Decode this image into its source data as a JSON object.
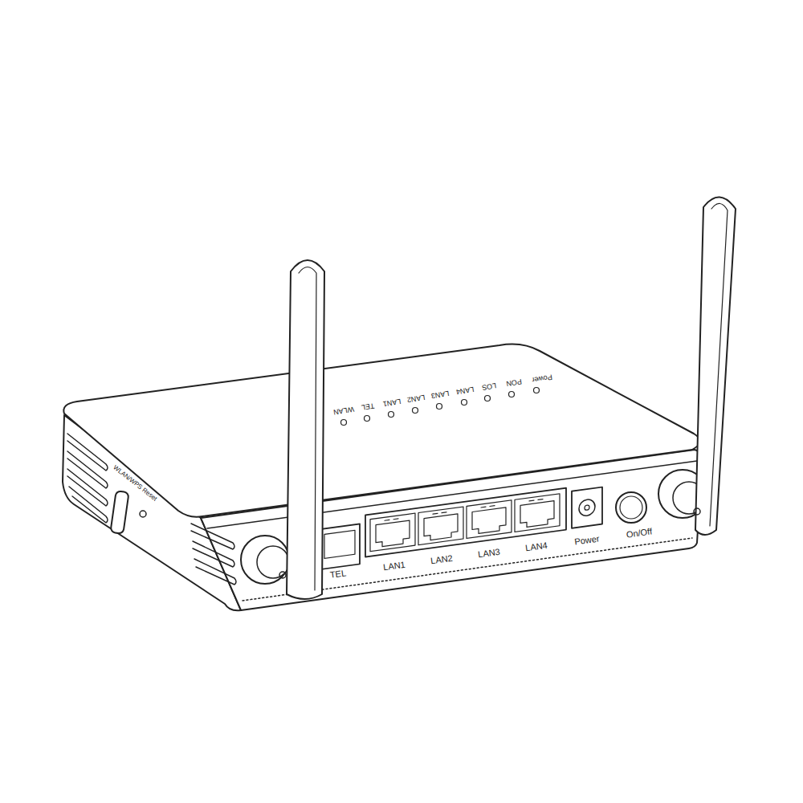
{
  "diagram": {
    "labels": [
      "Power",
      "PON",
      "LOS",
      "LAN4",
      "LAN3",
      "LAN2",
      "LAN1",
      "TEL",
      "WLAN",
      "WLAN/WPS Reset",
      "TEL",
      "LAN1",
      "LAN2",
      "LAN3",
      "LAN4",
      "Power",
      "On/Off"
    ]
  }
}
